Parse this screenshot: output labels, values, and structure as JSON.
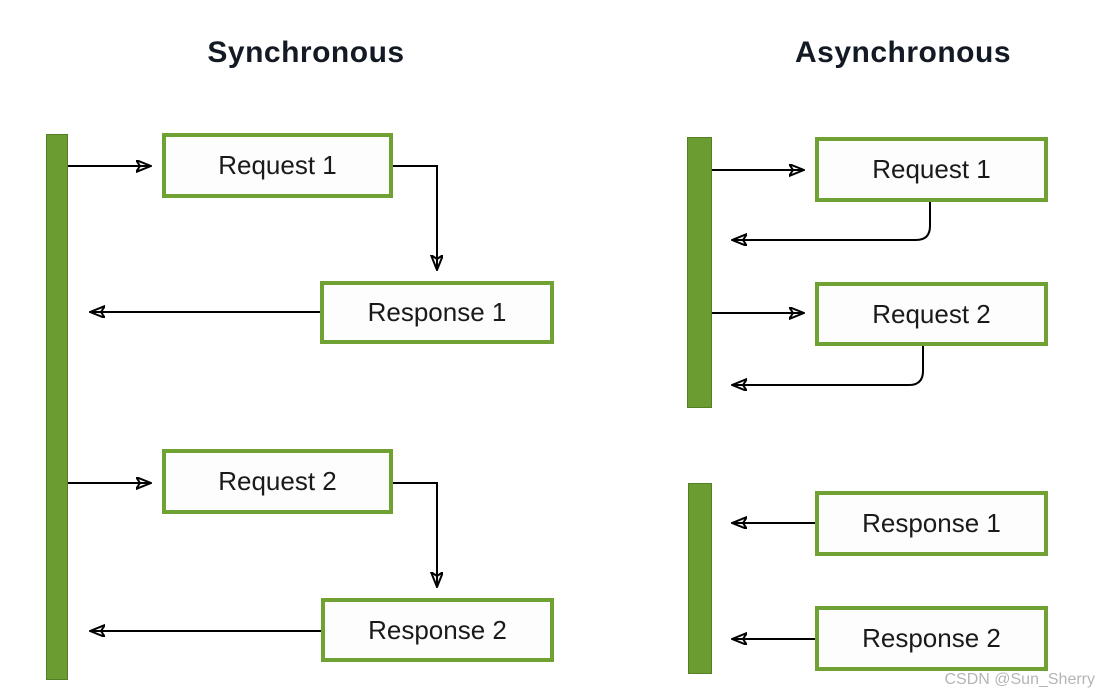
{
  "diagram": {
    "colors": {
      "lifeline_green": "#6B9C31",
      "box_border_green": "#70A233",
      "arrow_black": "#000000",
      "label_text": "#1a1a1a",
      "title_text": "#141a24",
      "watermark_gray": "#b5b5b5"
    },
    "sync": {
      "title": "Synchronous",
      "boxes": [
        {
          "label": "Request 1"
        },
        {
          "label": "Response 1"
        },
        {
          "label": "Request 2"
        },
        {
          "label": "Response 2"
        }
      ]
    },
    "async": {
      "title": "Asynchronous",
      "boxes": [
        {
          "label": "Request 1"
        },
        {
          "label": "Request 2"
        },
        {
          "label": "Response 1"
        },
        {
          "label": "Response 2"
        }
      ]
    },
    "watermark": "CSDN @Sun_Sherry"
  }
}
